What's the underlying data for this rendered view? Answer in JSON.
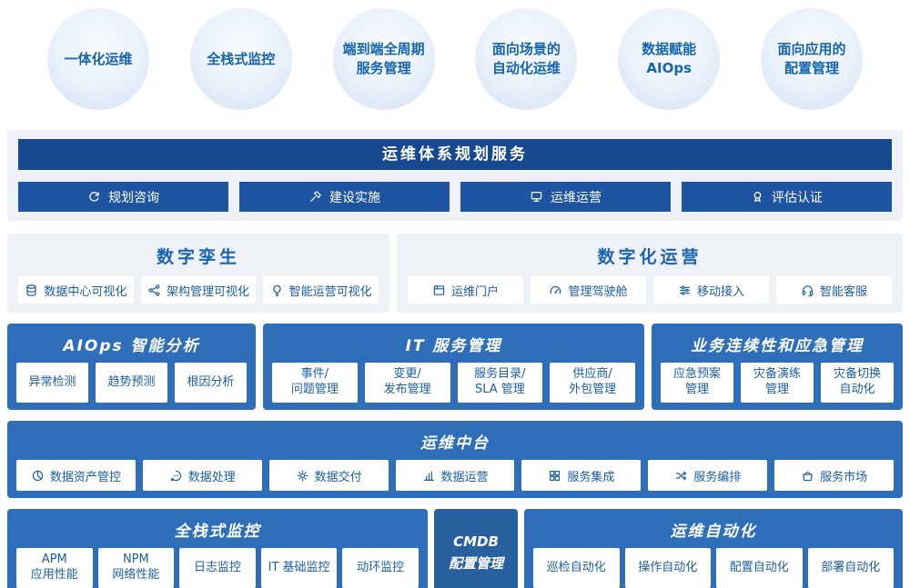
{
  "colors": {
    "navy": "#17498f",
    "button_blue": "#1d55a2",
    "panel_blue": "#2f6fba",
    "cmdb_blue": "#28609f",
    "gray_bg": "#eef1f6",
    "text_blue": "#1b5fa8",
    "bubble_text": "#1565ae"
  },
  "bubbles": [
    "一体化运维",
    "全栈式监控",
    "端到端全周期\n服务管理",
    "面向场景的\n自动化运维",
    "数据赋能\nAIOps",
    "面向应用的\n配置管理"
  ],
  "planning": {
    "title": "运维体系规划服务",
    "items": [
      {
        "label": "规划咨询",
        "icon": "planning-icon"
      },
      {
        "label": "建设实施",
        "icon": "build-icon"
      },
      {
        "label": "运维运营",
        "icon": "operations-icon"
      },
      {
        "label": "评估认证",
        "icon": "cert-icon"
      }
    ]
  },
  "digital_twin": {
    "title": "数字孪生",
    "items": [
      {
        "label": "数据中心可视化",
        "icon": "database-icon"
      },
      {
        "label": "架构管理可视化",
        "icon": "architecture-icon"
      },
      {
        "label": "智能运营可视化",
        "icon": "bulb-icon"
      }
    ]
  },
  "digital_ops": {
    "title": "数字化运营",
    "items": [
      {
        "label": "运维门户",
        "icon": "portal-icon"
      },
      {
        "label": "管理驾驶舱",
        "icon": "dashboard-icon"
      },
      {
        "label": "移动接入",
        "icon": "sliders-icon"
      },
      {
        "label": "智能客服",
        "icon": "headset-icon"
      }
    ]
  },
  "aiops": {
    "title": "AIOps 智能分析",
    "items": [
      {
        "label": "异常检测"
      },
      {
        "label": "趋势预测"
      },
      {
        "label": "根因分析"
      }
    ]
  },
  "itsm": {
    "title": "IT 服务管理",
    "items": [
      {
        "label": "事件/\n问题管理"
      },
      {
        "label": "变更/\n发布管理"
      },
      {
        "label": "服务目录/\nSLA 管理"
      },
      {
        "label": "供应商/\n外包管理"
      }
    ]
  },
  "bcm": {
    "title": "业务连续性和应急管理",
    "items": [
      {
        "label": "应急预案\n管理"
      },
      {
        "label": "灾备演练\n管理"
      },
      {
        "label": "灾备切换\n自动化"
      }
    ]
  },
  "platform": {
    "title": "运维中台",
    "items": [
      {
        "label": "数据资产管控",
        "icon": "pie-icon"
      },
      {
        "label": "数据处理",
        "icon": "chat-icon"
      },
      {
        "label": "数据交付",
        "icon": "gear-icon"
      },
      {
        "label": "数据运营",
        "icon": "barchart-icon"
      },
      {
        "label": "服务集成",
        "icon": "grid-icon"
      },
      {
        "label": "服务编排",
        "icon": "shuffle-icon"
      },
      {
        "label": "服务市场",
        "icon": "basket-icon"
      }
    ]
  },
  "monitoring": {
    "title": "全栈式监控",
    "items": [
      {
        "label": "APM\n应用性能"
      },
      {
        "label": "NPM\n网络性能"
      },
      {
        "label": "日志监控"
      },
      {
        "label": "IT 基础监控"
      },
      {
        "label": "动环监控"
      }
    ]
  },
  "cmdb": {
    "label": "CMDB\n配置管理"
  },
  "automation": {
    "title": "运维自动化",
    "items": [
      {
        "label": "巡检自动化"
      },
      {
        "label": "操作自动化"
      },
      {
        "label": "配置自动化"
      },
      {
        "label": "部署自动化"
      }
    ]
  }
}
